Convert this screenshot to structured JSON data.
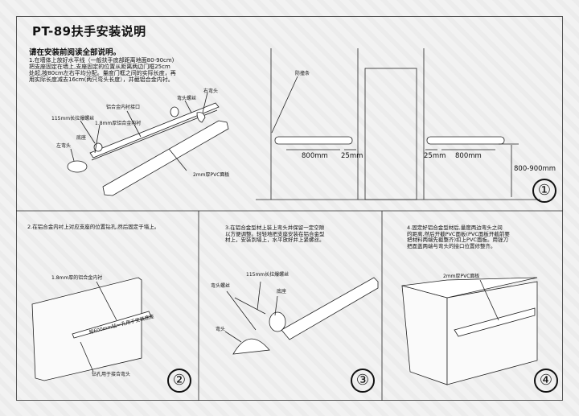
{
  "title": "PT-89扶手安装说明",
  "intro": {
    "heading": "请在安装前阅读全部说明。",
    "lines": [
      "1.在墙体上放好水平线（一般扶手底部距离地面80-90cm)",
      "把支座固定在墙上,支座固定的位置从距离两边门框25cm",
      "处起,按80cm左右平均分配。量度门框之间的实际长度，再",
      "用实际长度减去16cm(两只弯头长度），并截铝合金内衬。"
    ]
  },
  "panel1": {
    "labels": {
      "right_elbow": "右弯头",
      "elbow_screw": "弯头螺丝",
      "liner_joint": "铝合金内衬接口",
      "expansion_screw": "115mm长拉爆螺丝",
      "liner": "1.8mm厚铝合金内衬",
      "base": "底座",
      "left_elbow": "左弯头",
      "pvc_panel": "2mm厚PVC面板",
      "bumper_strip": "防撞条"
    },
    "dimensions": {
      "spacing_left": "800mm",
      "gap_left": "25mm",
      "gap_right": "25mm",
      "spacing_right": "800mm",
      "height": "800-900mm"
    },
    "step": "①"
  },
  "panel2": {
    "text": "2.在铝合金内衬上对应支座的位置钻孔,然后固定于墙上。",
    "labels": {
      "liner": "1.8mm厚的铝合金内衬",
      "drill_every": "每600mm钻一孔用于安装底座",
      "drill_elbow": "钻孔用于接合弯头"
    },
    "step": "②"
  },
  "panel3": {
    "text": "3.在铝合金型材上装上弯头并保留一定空隙\n以方便调整。轻轻地把支座安装在铝合金型\n材上，安装到墙上，水平放好并上紧螺丝。",
    "labels": {
      "expansion_screw": "115mm长拉爆螺丝",
      "elbow_screw": "弯头螺丝",
      "base": "底座",
      "elbow": "弯头"
    },
    "step": "③"
  },
  "panel4": {
    "text": "4.固定好铝合金型材后,量度两边弯头之间\n的距离,然后开截PVC面板(PVC面板开截前要\n把材料两端先截整齐)扣上PVC面板。用锉刀\n把面盖两端与弯头的接口位置修整齐。",
    "labels": {
      "pvc_panel": "2mm厚PVC面板"
    },
    "step": "④"
  }
}
